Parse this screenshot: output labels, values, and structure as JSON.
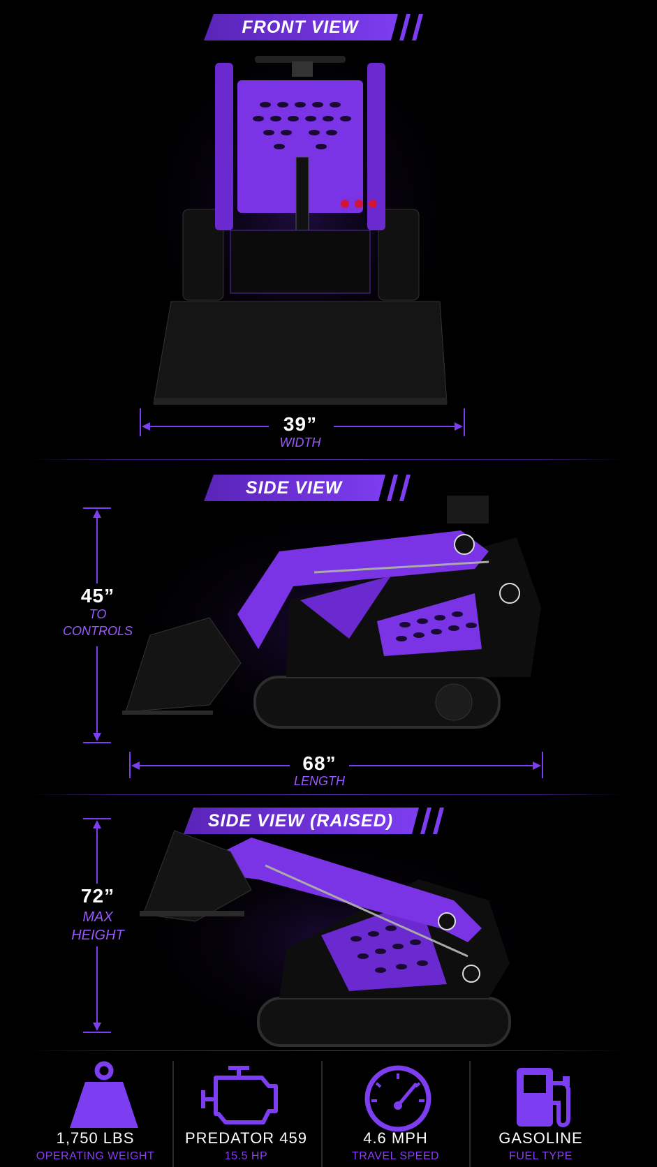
{
  "sections": {
    "front": {
      "title": "FRONT VIEW",
      "dimension": {
        "value": "39”",
        "label": "WIDTH"
      }
    },
    "side": {
      "title": "SIDE VIEW",
      "height": {
        "value": "45”",
        "label_line1": "TO",
        "label_line2": "CONTROLS"
      },
      "length": {
        "value": "68”",
        "label": "LENGTH"
      }
    },
    "raised": {
      "title": "SIDE VIEW (RAISED)",
      "height": {
        "value": "72”",
        "label_line1": "MAX",
        "label_line2": "HEIGHT"
      }
    }
  },
  "specs": [
    {
      "icon": "weight-icon",
      "value": "1,750 LBS",
      "label": "OPERATING WEIGHT"
    },
    {
      "icon": "engine-icon",
      "value": "PREDATOR 459",
      "label": "15.5 HP"
    },
    {
      "icon": "speedometer-icon",
      "value": "4.6 MPH",
      "label": "TRAVEL SPEED"
    },
    {
      "icon": "fuel-pump-icon",
      "value": "GASOLINE",
      "label": "FUEL TYPE"
    }
  ],
  "colors": {
    "accent": "#7d3df0",
    "accent_dark": "#5a24b8",
    "label": "#9b59ff",
    "background": "#000000"
  }
}
